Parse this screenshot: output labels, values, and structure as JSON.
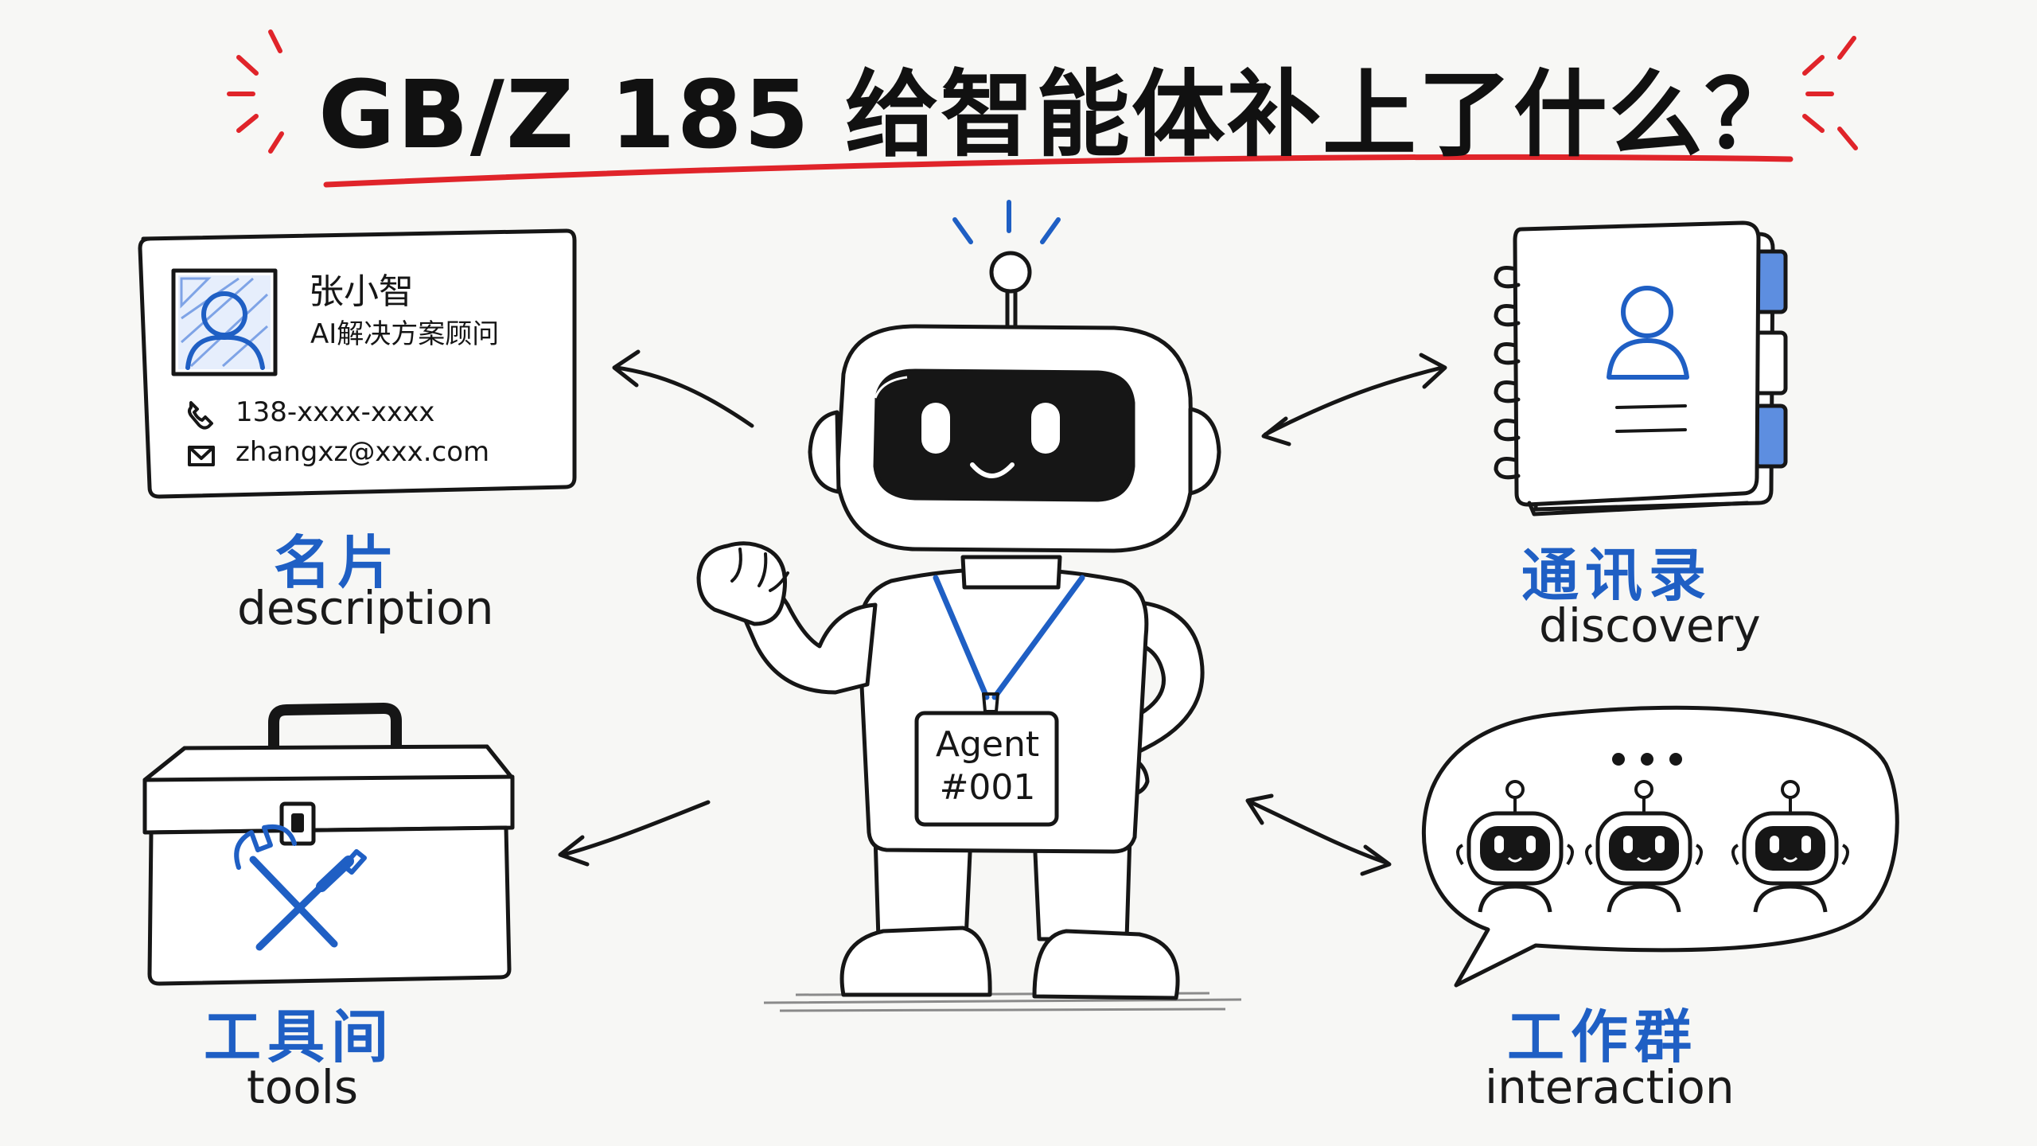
{
  "title": "GB/Z 185 给智能体补上了什么？",
  "colors": {
    "accent_blue": "#1f5fc4",
    "title_underline_red": "#e0242a",
    "ink": "#161616",
    "background": "#f7f7f5"
  },
  "center": {
    "badge_line1": "Agent",
    "badge_line2": "#001"
  },
  "business_card": {
    "name": "张小智",
    "job_title": "AI解决方案顾问",
    "phone": "138-xxxx-xxxx",
    "email": "zhangxz@xxx.com"
  },
  "sections": {
    "card": {
      "label_cn": "名片",
      "label_en": "description",
      "icon": "business-card-icon"
    },
    "address_book": {
      "label_cn": "通讯录",
      "label_en": "discovery",
      "icon": "address-book-icon"
    },
    "toolbox": {
      "label_cn": "工具间",
      "label_en": "tools",
      "icon": "toolbox-icon"
    },
    "work_group": {
      "label_cn": "工作群",
      "label_en": "interaction",
      "icon": "chat-bubble-icon",
      "ellipsis": "• • •"
    }
  }
}
